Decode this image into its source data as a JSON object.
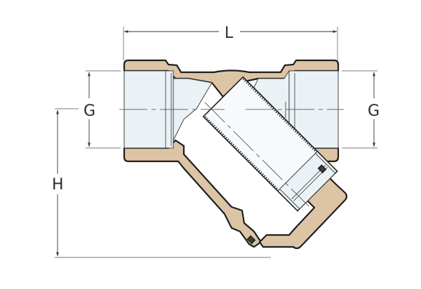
{
  "diagram": {
    "type": "technical-cross-section",
    "subject": "Y-strainer with female threaded ends",
    "labels": {
      "length": "L",
      "thread_left": "G",
      "thread_right": "G",
      "height": "H"
    },
    "colors": {
      "body": "#dcc4a4",
      "bore": "#eaf2f6",
      "screen": "#f6fafc",
      "outline": "#1e1e1e",
      "seal": "#3a3a3a",
      "dimension_line": "#333333"
    },
    "parts": [
      {
        "name": "valve-body",
        "description": "bronze Y-body, sectioned"
      },
      {
        "name": "inlet-thread",
        "description": "left female thread G"
      },
      {
        "name": "outlet-thread",
        "description": "right female thread G"
      },
      {
        "name": "strainer-screen",
        "description": "cylindrical mesh screen at 45 degrees"
      },
      {
        "name": "cap",
        "description": "threaded end cap"
      },
      {
        "name": "cap-seal",
        "description": "gasket ring"
      }
    ]
  }
}
